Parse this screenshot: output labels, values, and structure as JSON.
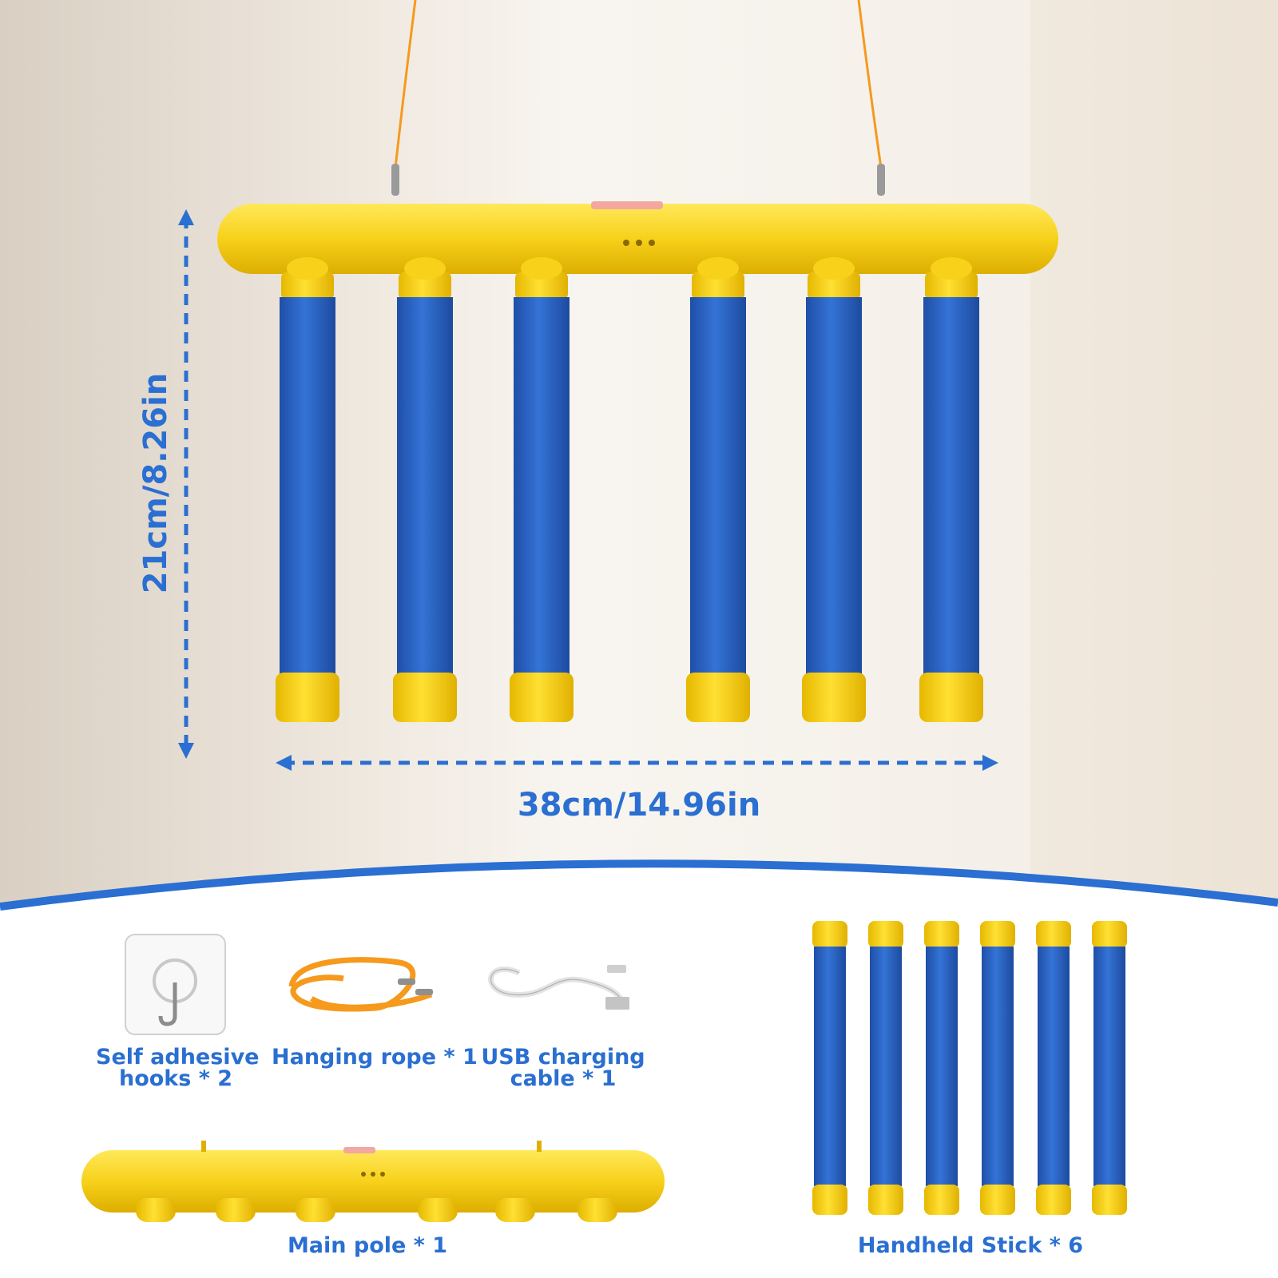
{
  "colors": {
    "accent_blue": "#2a6fd1",
    "foam_blue": "#2c62c2",
    "cap_yellow": "#f7d11a",
    "rope_orange": "#f59a1d",
    "background_wall": "#f3eee7"
  },
  "dimensions": {
    "height_label": "21cm/8.26in",
    "width_label": "38cm/14.96in"
  },
  "accessories": [
    {
      "label_line1": "Self adhesive",
      "label_line2": "hooks * 2",
      "icon": "adhesive-hook-icon"
    },
    {
      "label_line1": "Hanging rope * 1",
      "icon": "rope-icon"
    },
    {
      "label_line1": "USB charging",
      "label_line2": "cable * 1",
      "icon": "usb-cable-icon"
    }
  ],
  "parts": {
    "main_pole_label": "Main pole * 1",
    "handheld_stick_label": "Handheld Stick * 6"
  }
}
